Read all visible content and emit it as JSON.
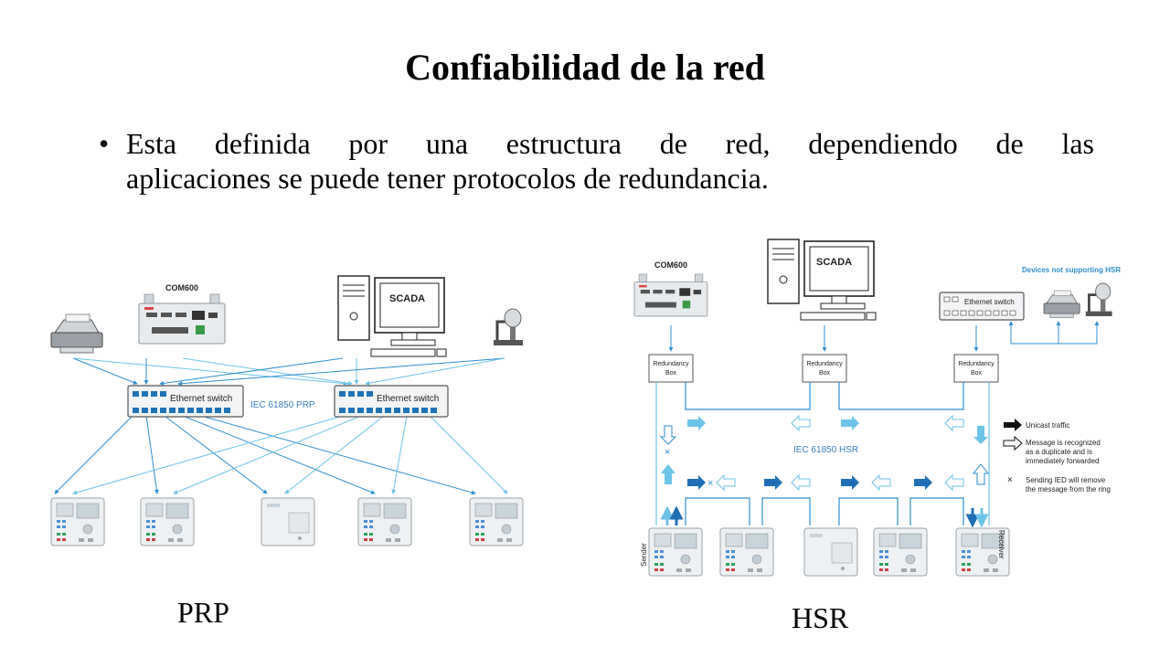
{
  "slide": {
    "title": "Confiabilidad de la red",
    "bullet_line1": "Esta definida por una estructura de red, dependiendo de las",
    "bullet_line2": "aplicaciones se puede tener protocolos de redundancia."
  },
  "prp": {
    "caption": "PRP",
    "com600_label": "COM600",
    "scada_label": "SCADA",
    "switch_label": "Ethernet switch",
    "network_label": "IEC 61850 PRP"
  },
  "hsr": {
    "caption": "HSR",
    "com600_label": "COM600",
    "scada_label": "SCADA",
    "switch_label": "Ethernet switch",
    "not_supporting": "Devices not supporting HSR",
    "redbox_line1": "Redundancy",
    "redbox_line2": "Box",
    "network_label": "IEC 61850 HSR",
    "sender_label": "Sender",
    "receiver_label": "Receiver",
    "legend": {
      "unicast": "Unicast traffic",
      "duplicate_1": "Message is recognized",
      "duplicate_2": "as a duplicate and is",
      "duplicate_3": "immediately forwarded",
      "remove_1": "Sending IED will remove",
      "remove_2": "the message from the ring"
    }
  },
  "colors": {
    "line_blue": "#2e8fd0",
    "light_blue": "#6cc3e8",
    "dark_blue": "#1e6fb5",
    "switch_port": "#1f73b7",
    "label_blue": "#3a7fc0"
  }
}
